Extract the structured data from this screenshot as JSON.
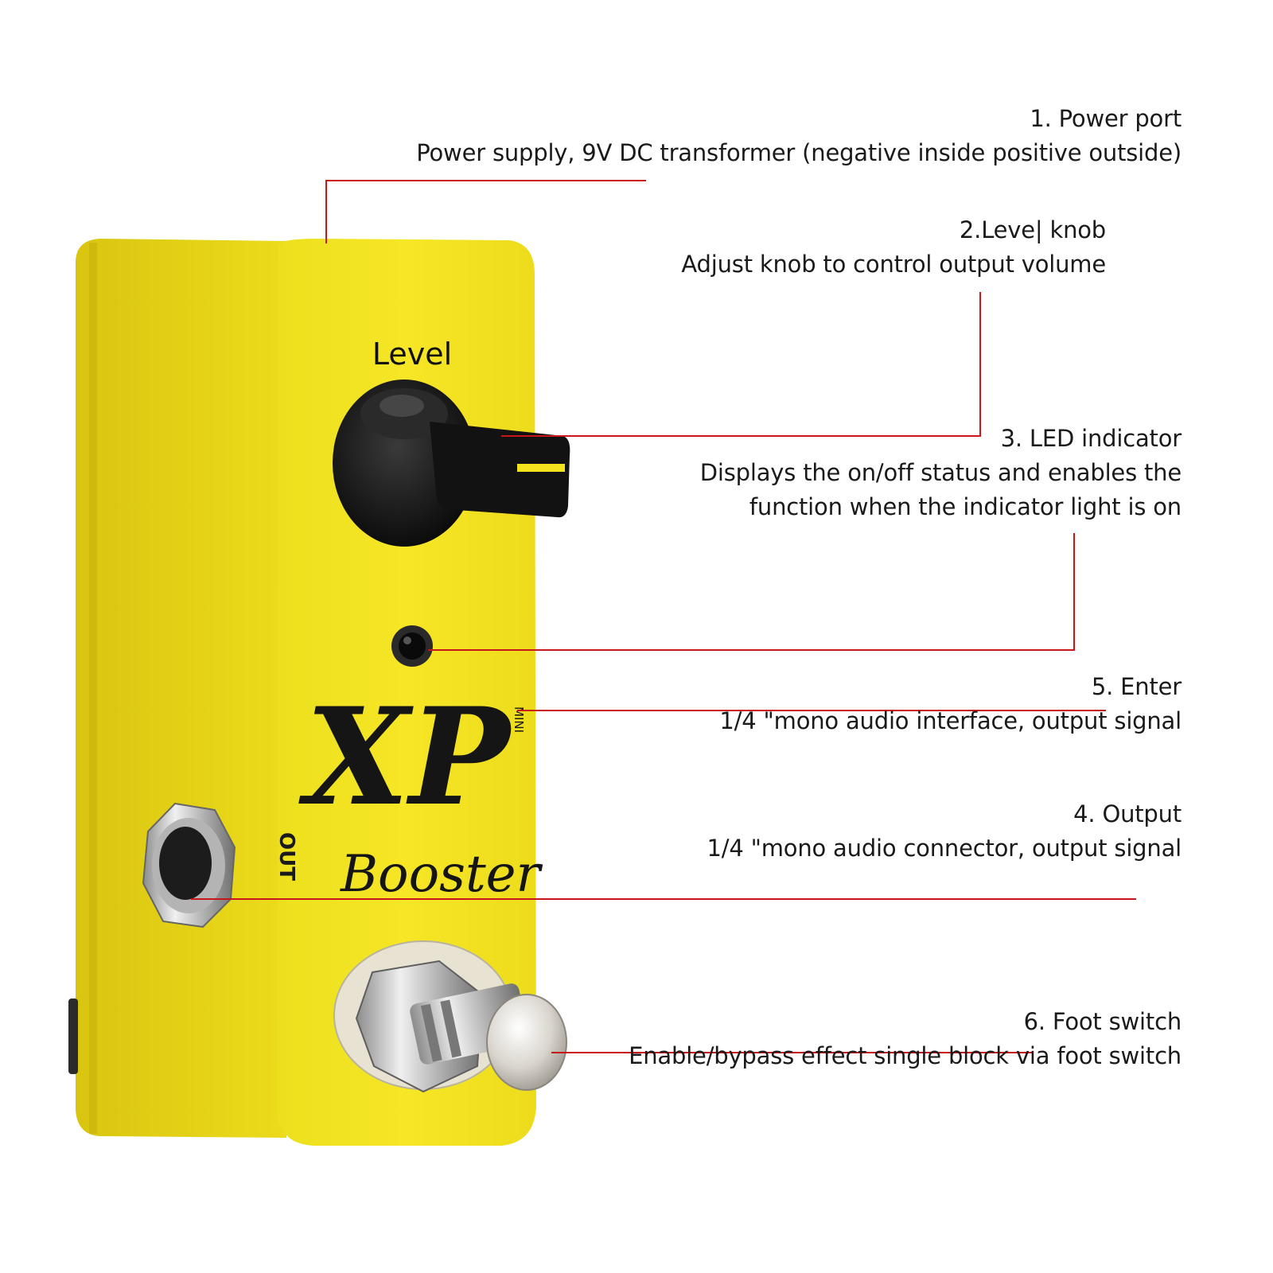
{
  "pedal": {
    "knob_label": "Level",
    "logo_text": "XP",
    "logo_superscript": "MINI",
    "logo_subtext": "Booster",
    "jack_label": "OUT"
  },
  "callouts": [
    {
      "id": "power-port",
      "title": "1. Power port",
      "desc": "Power supply, 9V DC transformer (negative inside positive outside)"
    },
    {
      "id": "level-knob",
      "title": "2.Leve| knob",
      "desc": "Adjust knob to control output volume"
    },
    {
      "id": "led-indicator",
      "title": "3. LED indicator",
      "desc": "Displays the on/off status and enables the\nfunction when the indicator light is on"
    },
    {
      "id": "enter",
      "title": "5. Enter",
      "desc": "1/4 \"mono audio interface, output signal"
    },
    {
      "id": "output",
      "title": "4. Output",
      "desc": "1/4 \"mono audio connector, output signal"
    },
    {
      "id": "foot-switch",
      "title": "6. Foot switch",
      "desc": "Enable/bypass effect single block via foot switch"
    }
  ],
  "colors": {
    "leader_line": "#c8161d",
    "pedal_body": "#f3e21f",
    "pedal_side": "#e2cd14",
    "knob": "#161616",
    "text": "#1a1a1a"
  },
  "icons": {
    "knob": "rotary-knob",
    "led": "led-dot",
    "jack": "quarter-inch-jack",
    "switch": "footswitch"
  }
}
